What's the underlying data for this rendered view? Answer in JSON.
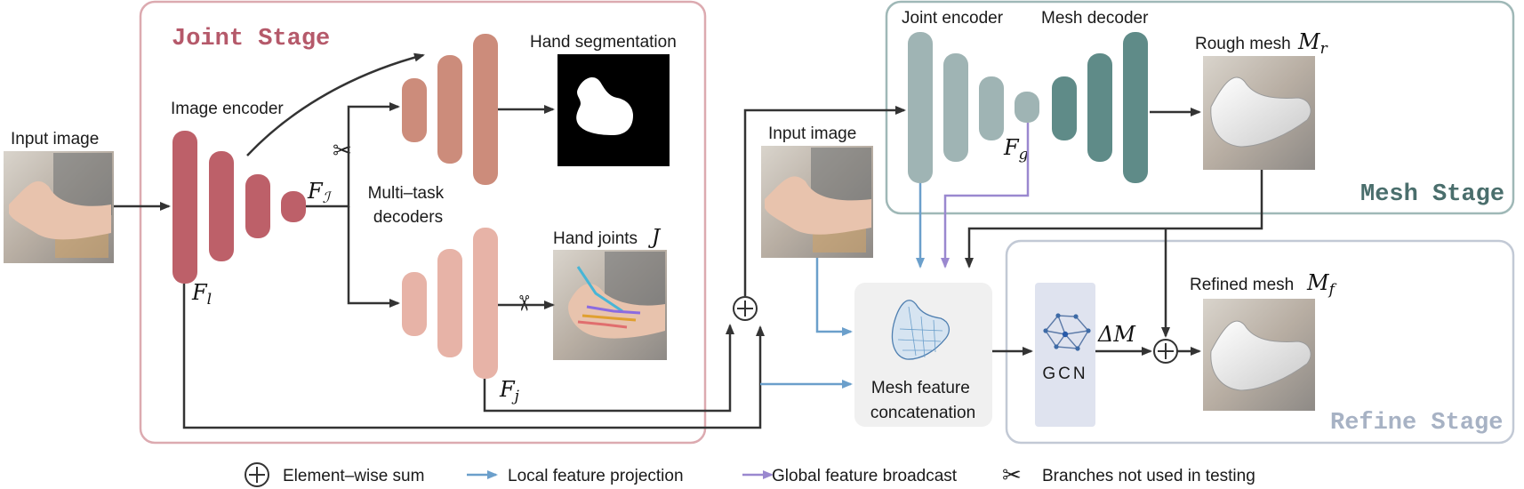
{
  "stages": {
    "joint": "Joint Stage",
    "mesh": "Mesh Stage",
    "refine": "Refine Stage"
  },
  "labels": {
    "input_image_left": "Input image",
    "image_encoder": "Image encoder",
    "multi_task_line1": "Multi–task",
    "multi_task_line2": "decoders",
    "hand_segmentation": "Hand segmentation",
    "hand_joints": "Hand joints",
    "input_image_mid": "Input image",
    "joint_encoder": "Joint encoder",
    "mesh_decoder": "Mesh decoder",
    "rough_mesh": "Rough mesh",
    "refined_mesh": "Refined mesh",
    "mesh_feat_line1": "Mesh feature",
    "mesh_feat_line2": "concatenation",
    "gcn": "GCN"
  },
  "symbols": {
    "F_I": "F",
    "F_I_sub": "ℐ",
    "F_l": "F",
    "F_l_sub": "l",
    "F_j": "F",
    "F_j_sub": "j",
    "F_g": "F",
    "F_g_sub": "g",
    "J": "J",
    "M_r": "M",
    "M_r_sub": "r",
    "M_f": "M",
    "M_f_sub": "f",
    "delta_M": "ΔM"
  },
  "legend": {
    "sum": "Element–wise sum",
    "local": "Local feature projection",
    "global": "Global feature broadcast",
    "scissors": "Branches not used in testing"
  },
  "colors": {
    "joint_stage_border": "#dcaab0",
    "joint_stage_text": "#b5596a",
    "mesh_stage_border": "#9fb8b7",
    "mesh_stage_text": "#4a6e6c",
    "refine_stage_border": "#c2c9d5",
    "refine_stage_text": "#a7b2c4",
    "encoder": "#bd6069",
    "seg_decoder": "#cc8c7b",
    "joint_decoder": "#e7b3a7",
    "joint_encoder": "#9fb4b4",
    "mesh_decoder": "#5f8b88",
    "local_arrow": "#6b9fcb",
    "global_arrow": "#9a88cf",
    "gcn_box": "#dfe3ef",
    "concat_box": "#f0f0f0"
  }
}
